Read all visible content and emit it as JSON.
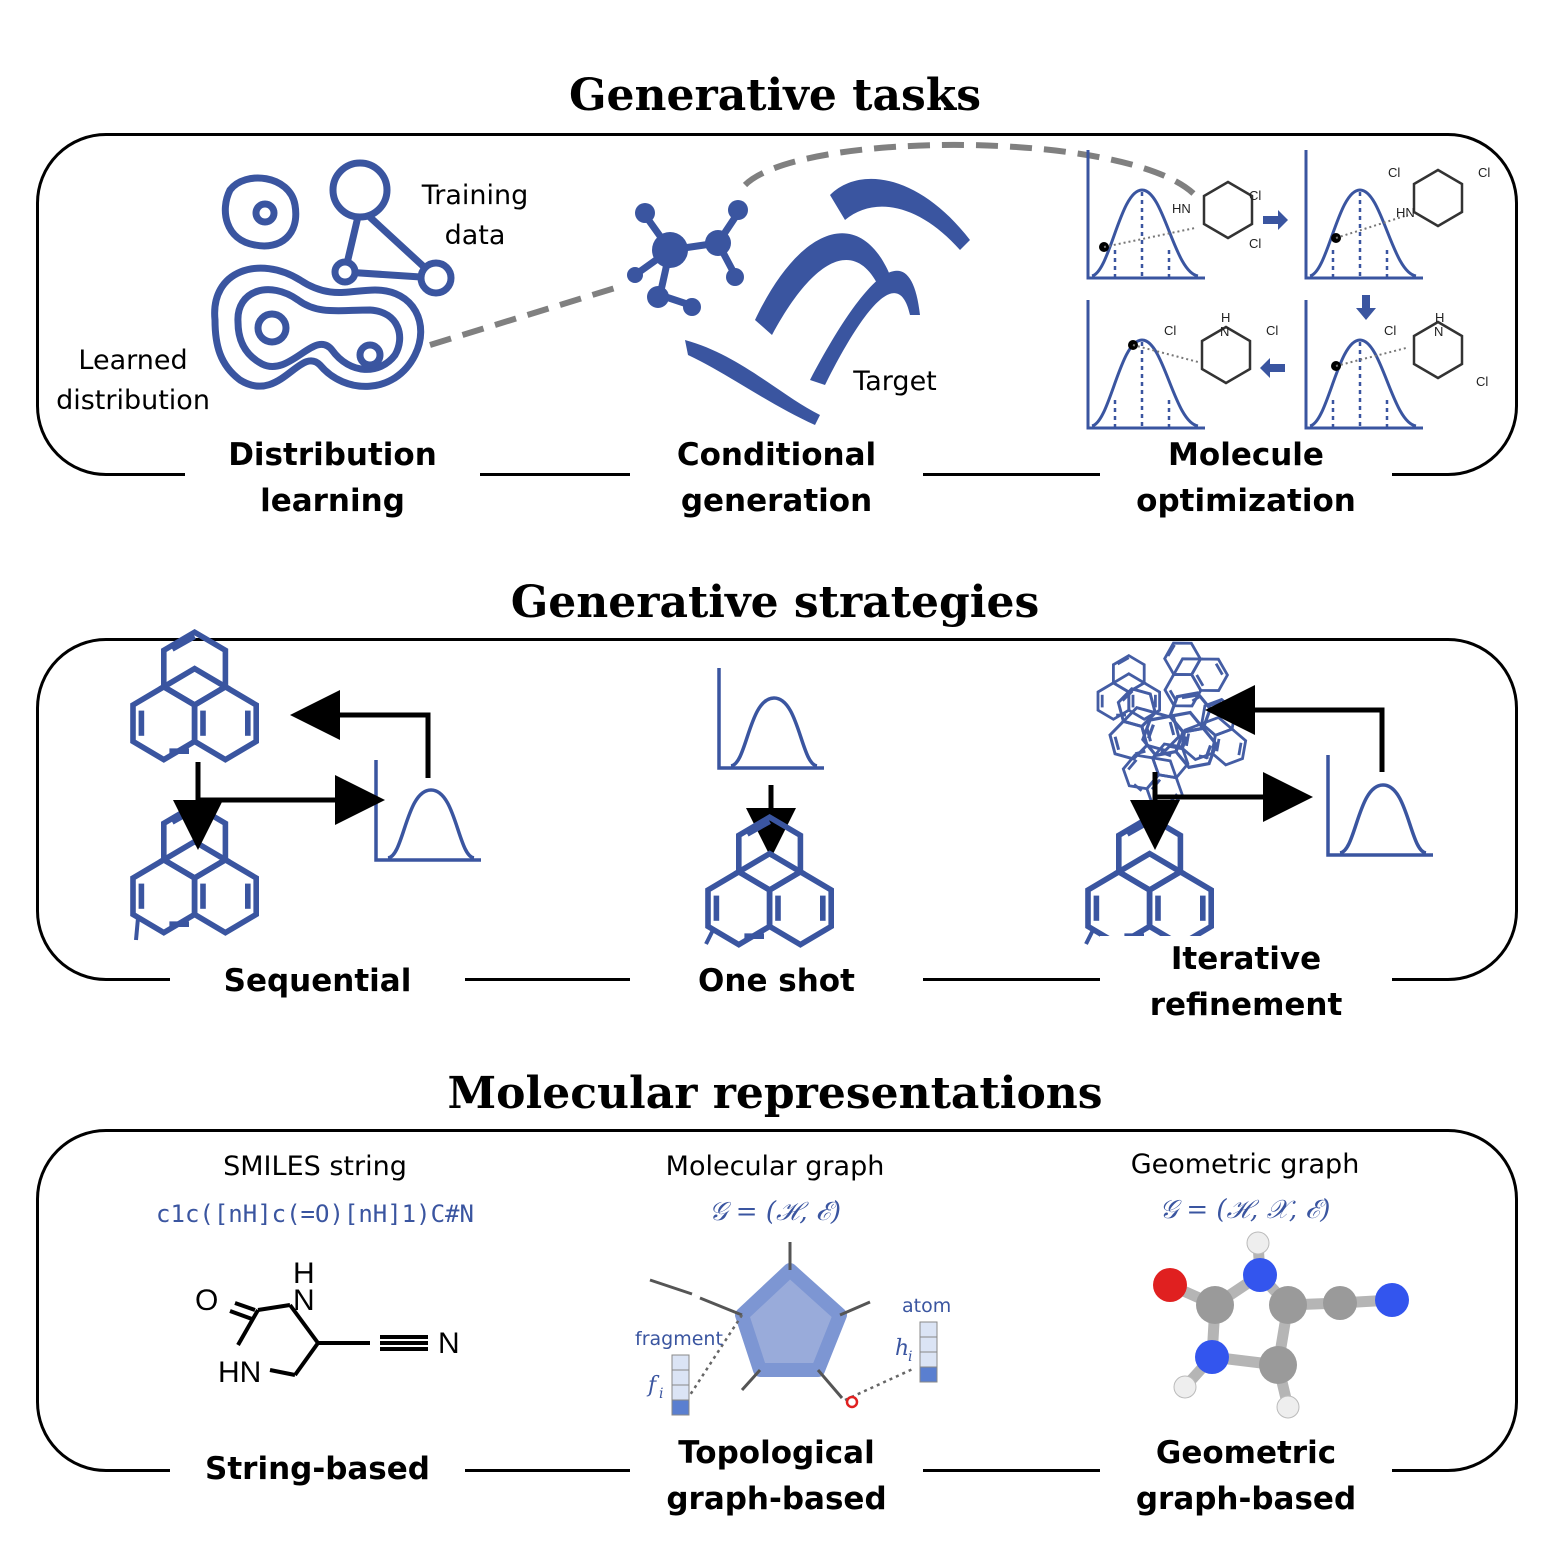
{
  "sections": {
    "tasks": {
      "title": "Generative tasks",
      "labels": [
        "Distribution learning",
        "Conditional generation",
        "Molecule optimization"
      ],
      "label_lines": [
        [
          "Distribution",
          "learning"
        ],
        [
          "Conditional",
          "generation"
        ],
        [
          "Molecule",
          "optimization"
        ]
      ],
      "annotations": {
        "training_data": [
          "Training",
          "data"
        ],
        "learned_distribution": [
          "Learned",
          "distribution"
        ],
        "target": "Target"
      },
      "atoms": {
        "cl": "Cl",
        "hn": "HN",
        "h": "H",
        "n": "N"
      }
    },
    "strategies": {
      "title": "Generative strategies",
      "labels": [
        "Sequential",
        "One shot",
        "Iterative refinement"
      ],
      "iterative_lines": [
        "Iterative",
        "refinement"
      ]
    },
    "representations": {
      "title": "Molecular representations",
      "smiles_heading": "SMILES string",
      "smiles": "c1c([nH]c(=O)[nH]1)C#N",
      "molgraph_heading": "Molecular graph",
      "molgraph_formula": "𝒢 = (ℋ, ℰ)",
      "geograph_heading": "Geometric graph",
      "geograph_formula": "𝒢 = (ℋ, 𝒳, ℰ)",
      "fragment": "fragment",
      "atom": "atom",
      "f_i": "f",
      "h_i": "h",
      "sub_i": "i",
      "labels": [
        "String-based",
        "Topological graph-based",
        "Geometric graph-based"
      ],
      "topo_lines": [
        "Topological",
        "graph-based"
      ],
      "geo_lines": [
        "Geometric",
        "graph-based"
      ],
      "struct_atoms": {
        "o": "O",
        "h": "H",
        "n": "N",
        "hn": "HN",
        "nn": "N"
      }
    }
  },
  "colors": {
    "accent": "#3a55a0",
    "light_accent": "#8fa3d6",
    "oxygen": "#e02020",
    "nitrogen": "#3355ee",
    "carbon": "#9a9a9a"
  }
}
